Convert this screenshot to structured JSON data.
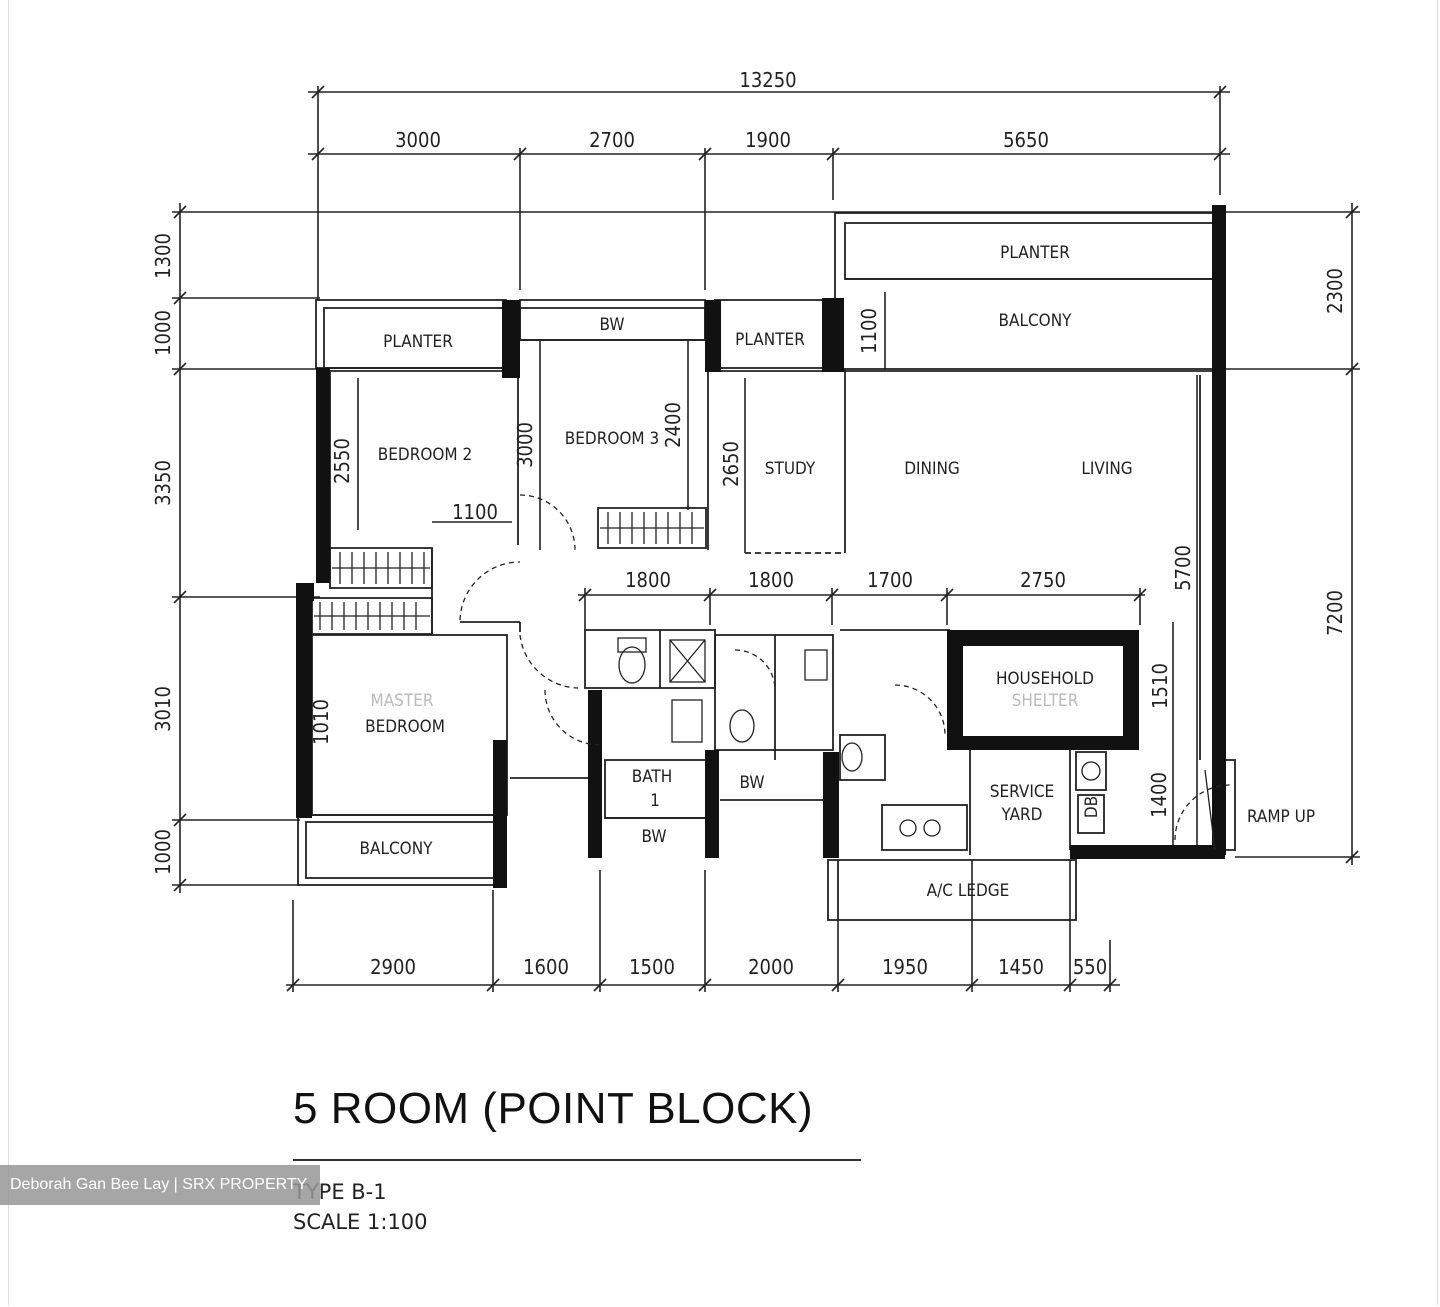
{
  "dims": {
    "overall_top": "13250",
    "top_segments": [
      "3000",
      "2700",
      "1900",
      "5650"
    ],
    "left_segments": [
      "1300",
      "1000",
      "3350",
      "3010",
      "1000"
    ],
    "right_segments": [
      "2300",
      "7200"
    ],
    "bottom_segments": [
      "2900",
      "1600",
      "1500",
      "2000",
      "1950",
      "1450",
      "550"
    ],
    "inner_row": [
      "1800",
      "1800",
      "1700",
      "2750"
    ],
    "inner": {
      "bedroom2_h": "2550",
      "bedroom2_w": "1100",
      "bedroom3_h1": "3000",
      "bedroom3_h2": "2400",
      "study_h": "2650",
      "balcony_h": "1100",
      "living_h": "5700",
      "entrance_w": "1400",
      "shelter_h": "1510",
      "master_w": "1010"
    }
  },
  "rooms": {
    "planter_top": "PLANTER",
    "balcony_top": "BALCONY",
    "planter_left": "PLANTER",
    "bw_top": "BW",
    "planter_mid": "PLANTER",
    "bedroom2": "BEDROOM 2",
    "bedroom3": "BEDROOM 3",
    "study": "STUDY",
    "dining": "DINING",
    "living": "LIVING",
    "master": "MASTER",
    "master_line2": "BEDROOM",
    "household": "HOUSEHOLD",
    "shelter": "SHELTER",
    "bath1": "BATH",
    "bath1_num": "1",
    "bw_bath": "BW",
    "bw_mid": "BW",
    "service": "SERVICE",
    "yard": "YARD",
    "db": "DB",
    "ramp": "RAMP UP",
    "balcony_bottom": "BALCONY",
    "ac_ledge": "A/C LEDGE"
  },
  "title": "5 ROOM  (POINT BLOCK)",
  "type_label": "TYPE B-1",
  "scale_label": "SCALE 1:100",
  "watermark": "Deborah Gan Bee Lay | SRX PROPERTY"
}
